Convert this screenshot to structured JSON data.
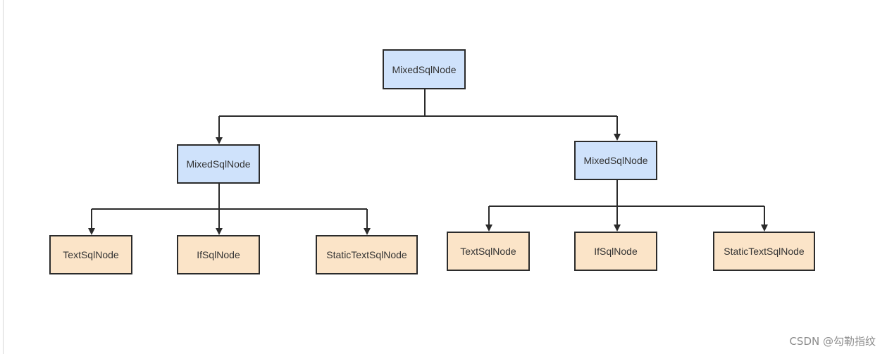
{
  "colors": {
    "parent_fill": "#cfe2fb",
    "leaf_fill": "#fbe4c8",
    "stroke": "#2b2b2b"
  },
  "nodes": {
    "root": "MixedSqlNode",
    "left": "MixedSqlNode",
    "right": "MixedSqlNode",
    "left_children": [
      "TextSqlNode",
      "IfSqlNode",
      "StaticTextSqlNode"
    ],
    "right_children": [
      "TextSqlNode",
      "IfSqlNode",
      "StaticTextSqlNode"
    ]
  },
  "watermark": "CSDN @勾勒指纹"
}
